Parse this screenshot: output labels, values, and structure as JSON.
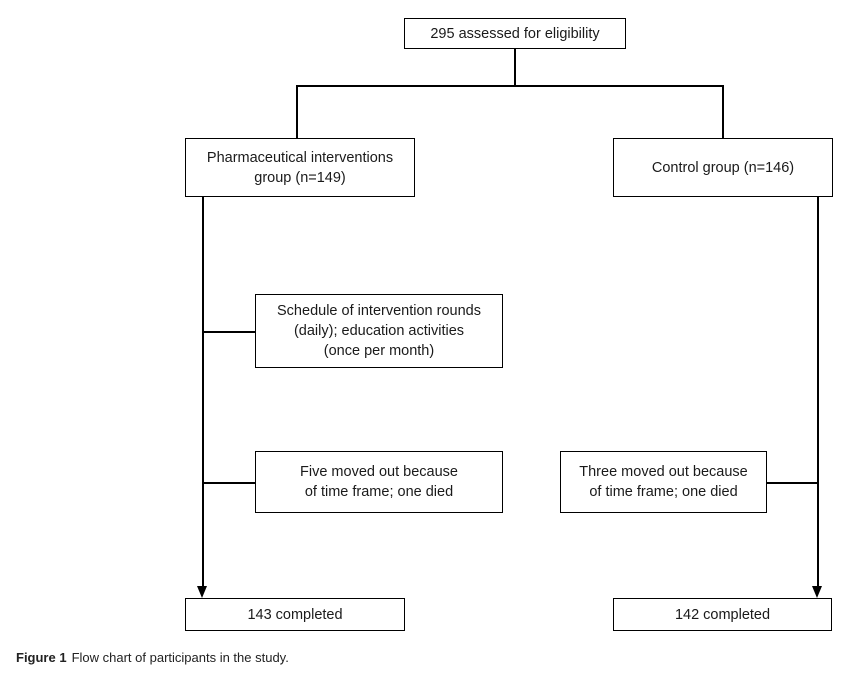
{
  "caption": {
    "label": "Figure 1",
    "text": "Flow chart of participants in the study."
  },
  "flowchart": {
    "nodes": {
      "assessed": {
        "lines": [
          "295 assessed for eligibility"
        ]
      },
      "pharma_group": {
        "lines": [
          "Pharmaceutical interventions",
          "group (n=149)"
        ]
      },
      "control_group": {
        "lines": [
          "Control group (n=146)"
        ]
      },
      "schedule": {
        "lines": [
          "Schedule of intervention rounds",
          "(daily); education activities",
          "(once per month)"
        ]
      },
      "pharma_dropout": {
        "lines": [
          "Five moved out because",
          "of time frame; one died"
        ]
      },
      "control_dropout": {
        "lines": [
          "Three moved out because",
          "of time frame; one died"
        ]
      },
      "pharma_completed": {
        "lines": [
          "143 completed"
        ]
      },
      "control_completed": {
        "lines": [
          "142 completed"
        ]
      }
    },
    "edges": [
      {
        "from": "assessed",
        "to": "pharma_group",
        "arrow": false
      },
      {
        "from": "assessed",
        "to": "control_group",
        "arrow": false
      },
      {
        "from": "pharma_group",
        "to": "schedule",
        "arrow": false
      },
      {
        "from": "pharma_group",
        "to": "pharma_dropout",
        "arrow": false
      },
      {
        "from": "pharma_group",
        "to": "pharma_completed",
        "arrow": true
      },
      {
        "from": "control_group",
        "to": "control_dropout",
        "arrow": false
      },
      {
        "from": "control_group",
        "to": "control_completed",
        "arrow": true
      }
    ],
    "colors": {
      "line": "#000000",
      "box_border": "#000000",
      "box_fill": "#ffffff",
      "text": "#1a1a1a",
      "background": "#ffffff"
    }
  }
}
